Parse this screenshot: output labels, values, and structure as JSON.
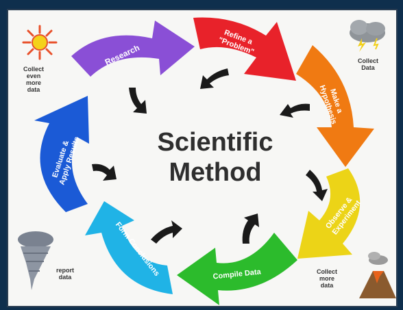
{
  "title_line1": "Scientific",
  "title_line2": "Method",
  "steps": [
    {
      "label_lines": [
        "Research"
      ],
      "color": "#8a4fd6"
    },
    {
      "label_lines": [
        "Refine a",
        "\"Problem\""
      ],
      "color": "#e8222a"
    },
    {
      "label_lines": [
        "Make a",
        "Hypothesis"
      ],
      "color": "#f07a12"
    },
    {
      "label_lines": [
        "Observe &",
        "Experiment"
      ],
      "color": "#ecd417"
    },
    {
      "label_lines": [
        "Compile Data"
      ],
      "color": "#2cbb2c"
    },
    {
      "label_lines": [
        "Form Conclusions"
      ],
      "color": "#20b3e6"
    },
    {
      "label_lines": [
        "Evaluate &",
        "Apply Results"
      ],
      "color": "#1b5ad6"
    }
  ],
  "notes": {
    "top_left": [
      "Collect",
      "even",
      "more",
      "data"
    ],
    "top_right": [
      "Collect",
      "Data"
    ],
    "bottom_right": [
      "Collect",
      "more",
      "data"
    ],
    "bottom_left": [
      "report",
      "data"
    ]
  },
  "icons": {
    "top_left": "sun-icon",
    "top_right": "storm-cloud-icon",
    "bottom_right": "volcano-icon",
    "bottom_left": "tornado-icon"
  }
}
